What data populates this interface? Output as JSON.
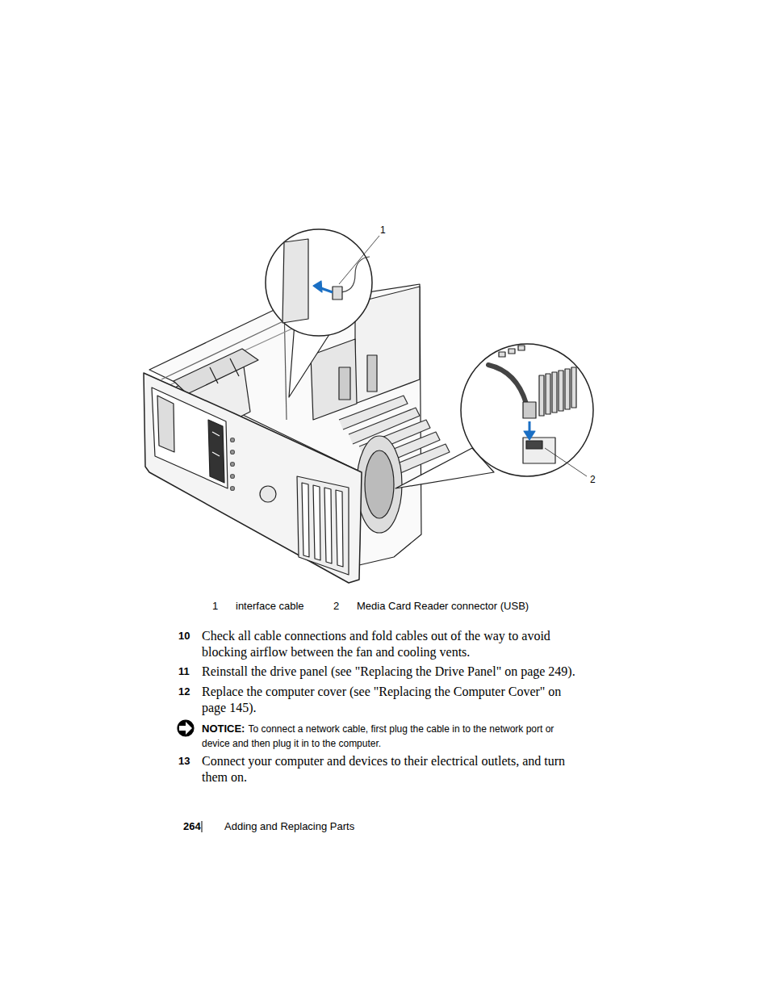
{
  "diagram": {
    "labels": [
      "1",
      "2",
      "1",
      "interface cable",
      "2",
      "Media Card Reader connector (USB)",
      "10",
      "Check all cable connections and fold cables out of the way to avoid blocking airflow between the fan and cooling vents.",
      "11",
      "Reinstall the drive panel (see \"Replacing the Drive Panel\" on page 249).",
      "12",
      "Replace the computer cover (see \"Replacing the Computer Cover\" on page 145).",
      "NOTICE:",
      "To connect a network cable, first plug the cable in to the network port or device and then plug it in to the computer.",
      "13",
      "Connect your computer and devices to their electrical outlets, and turn them on.",
      "264",
      "Adding and Replacing Parts"
    ]
  }
}
